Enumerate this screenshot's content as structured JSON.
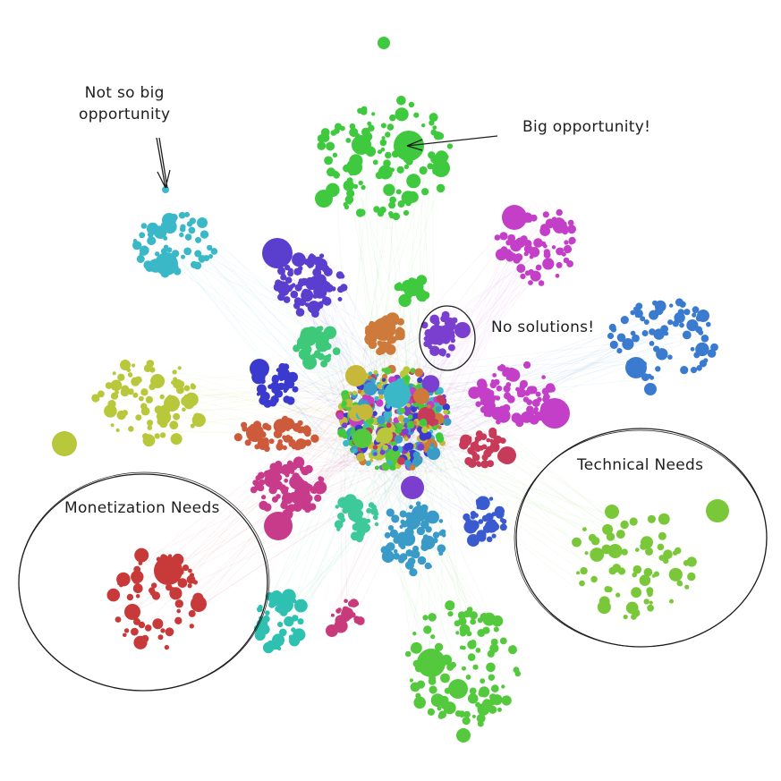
{
  "annotations": {
    "not_so_big": [
      "Not so big",
      "opportunity"
    ],
    "big": "Big opportunity!",
    "no_solutions": "No solutions!",
    "technical": "Technical Needs",
    "monetization": "Monetization Needs"
  },
  "colors": {
    "green": "#3ec93e",
    "cyan": "#3ab8c8",
    "indigo": "#5a3fcf",
    "magenta": "#c43fc8",
    "blue": "#3a7bd0",
    "olive": "#b8c83a",
    "red": "#c83a3a",
    "teal": "#2ec0b0",
    "rose": "#c83a7a",
    "lime": "#55c93e",
    "yellowgreen": "#7ac83a",
    "pink": "#c83a8a",
    "orange": "#cd7a3a",
    "violet": "#7a3fcf",
    "seagreen": "#3ec97a",
    "royal": "#3a3acf",
    "rust": "#cd5a3a",
    "crimson": "#c83a5a",
    "steel": "#3a9ac8",
    "navy": "#3a5ad0",
    "mint": "#3ec99a",
    "gold": "#c8b83a",
    "ink": "#1e1e1e"
  }
}
